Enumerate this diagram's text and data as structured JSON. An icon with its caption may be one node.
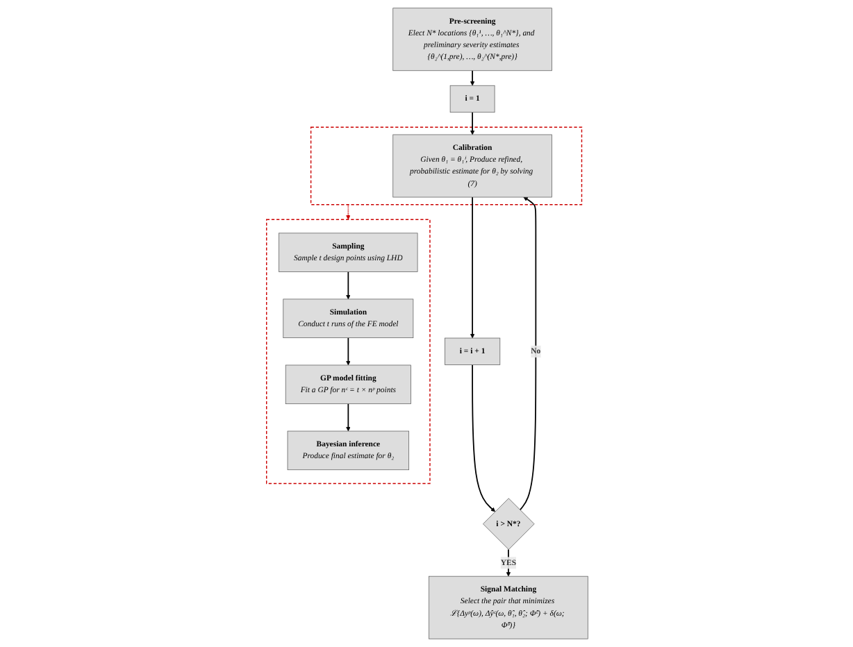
{
  "diagram": {
    "nodes": [
      {
        "text": [],
        "shape": "box"
      },
      {
        "text": [
          "Sampling",
          "Sample t design points using LHD"
        ],
        "in": 0
      },
      {
        "text": [
          "Simulation",
          "Conduct t runs of the FE model"
        ],
        "in": 0
      },
      {
        "text": [
          "GP model fitting",
          "Fit a GP for nᶜ = t × nᵖ points"
        ],
        "in": 0
      },
      {
        "text": [
          "Bayesian inference",
          "Produce final estimate for θ₂"
        ],
        "in": 0
      },
      {
        "text": [
          "Pre-screening",
          "Elect N* locations {θ₁¹, …, θ₁^N*}, and preliminary severity estimates {θ₂^(1,pre), …, θ₂^(N*,pre)}"
        ]
      },
      {
        "text": [
          "i = 1"
        ]
      },
      {
        "text": [],
        "shape": "box"
      },
      {
        "text": [
          "Calibration",
          "Given θ₁ = θ₁ⁱ, Produce refined, probabilistic estimate for θ₂ by solving (7)"
        ],
        "in": 7
      },
      {
        "text": [
          "i = i + 1"
        ]
      },
      {
        "text": [
          "i > N*?"
        ]
      },
      {
        "text": [
          "Signal Matching",
          "Select the pair that minimizes ℒ{Δyᵖ(ω), Δŷᶜ(ω, θ̂₁, θ̂₂; Φ̂ᶜ) + δ(ω; Φ̂ᵇ)}"
        ]
      }
    ],
    "edges": [
      {
        "from": 1,
        "to": 2,
        "arrow": "to"
      },
      {
        "from": 2,
        "to": 3,
        "arrow": "to"
      },
      {
        "from": 3,
        "to": 4,
        "arrow": "to"
      },
      {
        "from": 5,
        "to": 6,
        "arrow": "to"
      },
      {
        "from": 6,
        "to": 8,
        "arrow": "to"
      },
      {
        "from": 8,
        "to": 9,
        "arrow": "to"
      },
      {
        "from": 9,
        "to": 10,
        "arrow": "to"
      },
      {
        "from": 10,
        "to": 8,
        "arrow": "to",
        "label": "No"
      },
      {
        "from": 10,
        "to": 11,
        "arrow": "to",
        "label": "YES"
      },
      {
        "from": 7,
        "to": 0,
        "arrow": "to",
        "style": "dashed",
        "color": "#cc0000"
      }
    ]
  }
}
